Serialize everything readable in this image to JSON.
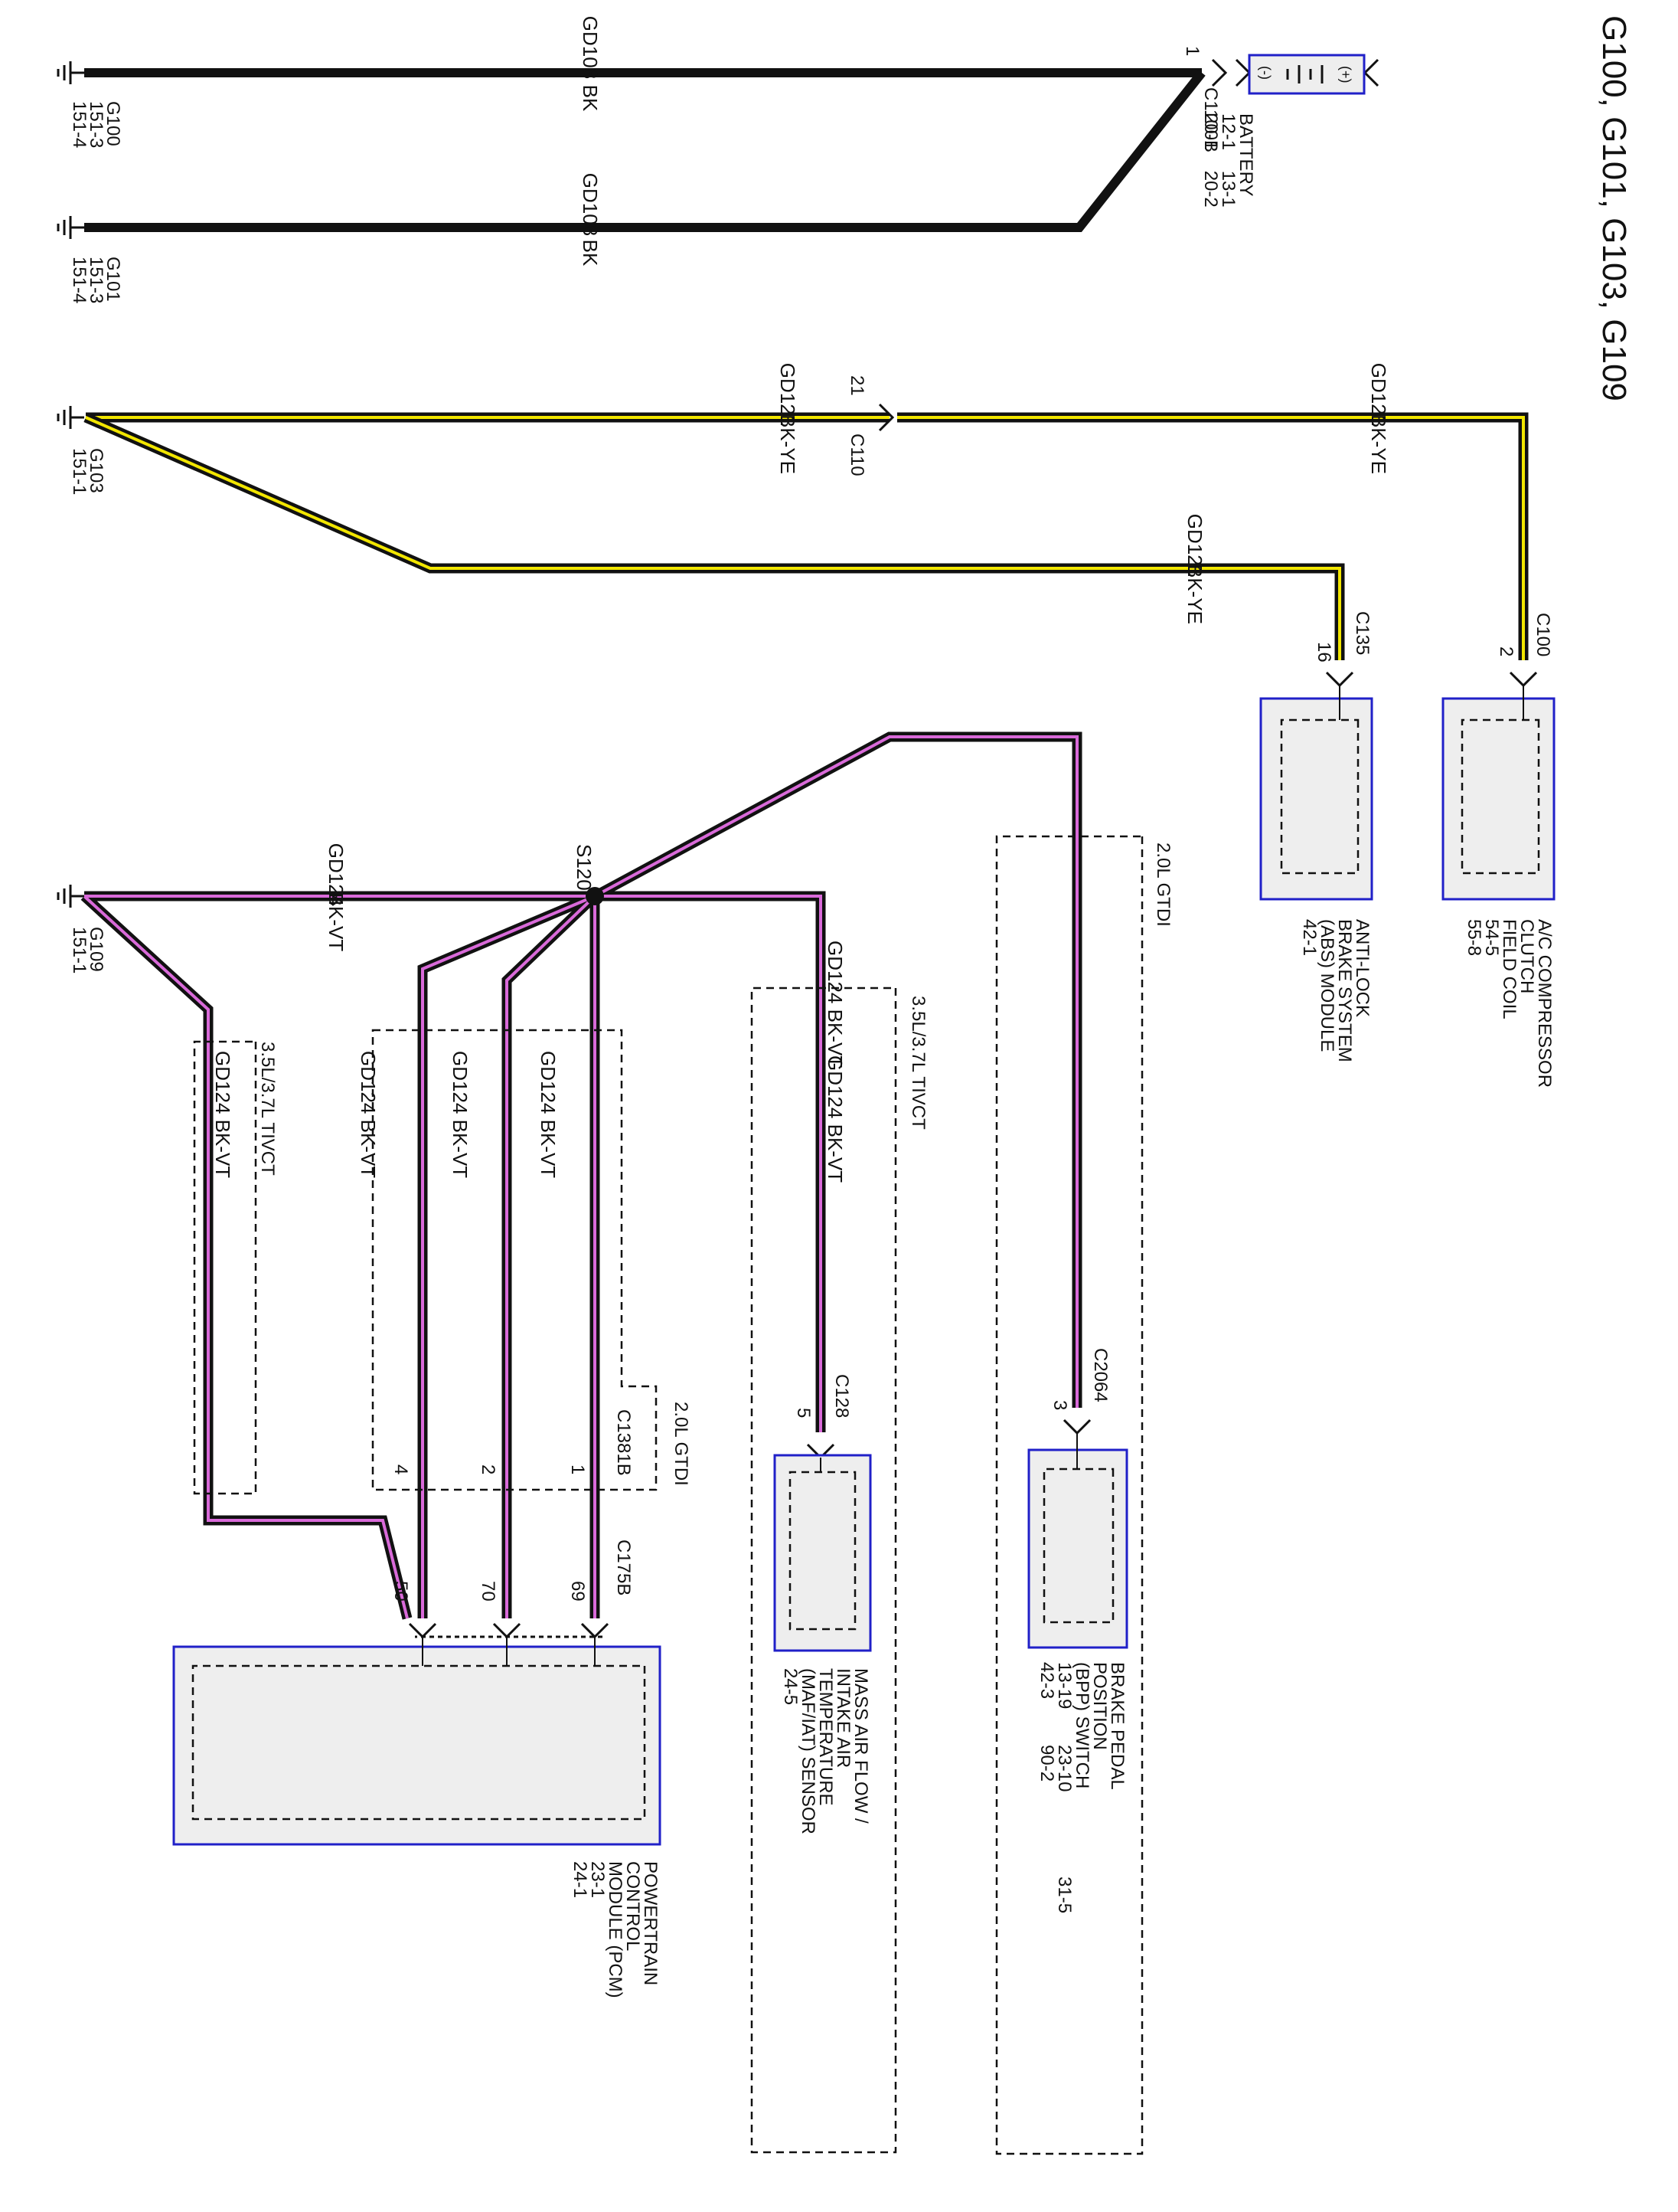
{
  "title": "G100, G101, G103, G109",
  "colors": {
    "bk": "#111111",
    "yellow": "#f2e600",
    "violet": "#d96ad9",
    "module_border": "#2020c8",
    "module_fill": "#eeeeee"
  },
  "grounds": {
    "g100": {
      "name": "G100",
      "ref1": "151-3",
      "ref2": "151-4"
    },
    "g101": {
      "name": "G101",
      "ref1": "151-3",
      "ref2": "151-4"
    },
    "g103": {
      "name": "G103",
      "ref1": "151-1"
    },
    "g109": {
      "name": "G109",
      "ref1": "151-1"
    }
  },
  "wires": {
    "gd108_upper": {
      "circuit": "GD108",
      "color": "BK"
    },
    "gd108_lower": {
      "circuit": "GD108",
      "color": "BK"
    },
    "gd121_top_left": {
      "circuit": "GD121",
      "color": "BK-YE"
    },
    "gd121_top_right": {
      "circuit": "GD121",
      "color": "BK-YE"
    },
    "gd121_lower": {
      "circuit": "GD121",
      "color": "BK-YE"
    },
    "gd124_main": {
      "circuit": "GD124",
      "color": "BK-VT"
    },
    "gd124_vertical": "GD124  BK-VT"
  },
  "connectors": {
    "c1100b": {
      "name": "C1100B",
      "pin": "1"
    },
    "c110": {
      "name": "C110",
      "pin": "21"
    },
    "c135": {
      "name": "C135",
      "pin": "16"
    },
    "c100": {
      "name": "C100",
      "pin": "2"
    },
    "c128": {
      "name": "C128",
      "pin": "5"
    },
    "c2064": {
      "name": "C2064",
      "pin": "3"
    },
    "c1381b": {
      "name": "C1381B",
      "pin1": "1",
      "pin2": "2",
      "pin4": "4"
    },
    "c175b": {
      "name": "C175B",
      "pin69": "69",
      "pin70": "70",
      "pin50": "50"
    }
  },
  "splice": {
    "name": "S120"
  },
  "variants": {
    "tivct": "3.5L/3.7L TIVCT",
    "gtdi": "2.0L GTDI"
  },
  "components": {
    "battery": {
      "name": "BATTERY",
      "refs_a": "12-1    13-1",
      "refs_b": "20-1    20-2",
      "neg": "(-)",
      "pos": "(+)"
    },
    "abs": {
      "line1": "ANTI-LOCK",
      "line2": "BRAKE SYSTEM",
      "line3": "(ABS) MODULE",
      "line4": "42-1"
    },
    "ac": {
      "line1": "A/C COMPRESSOR",
      "line2": "CLUTCH",
      "line3": "FIELD COIL",
      "line4": "54-5",
      "line5": "55-8"
    },
    "bpp": {
      "line1": "BRAKE PEDAL",
      "line2": "POSITION",
      "line3": "(BPP) SWITCH",
      "line4": "13-19       23-10",
      "line5": "42-3         90-2",
      "line6": "31-5"
    },
    "maf": {
      "line1": "MASS AIR FLOW /",
      "line2": "INTAKE AIR",
      "line3": "TEMPERATURE",
      "line4": "(MAF/IAT) SENSOR",
      "line5": "24-5"
    },
    "pcm": {
      "line1": "POWERTRAIN",
      "line2": "CONTROL",
      "line3": "MODULE (PCM)",
      "line4": "23-1",
      "line5": "24-1"
    }
  }
}
